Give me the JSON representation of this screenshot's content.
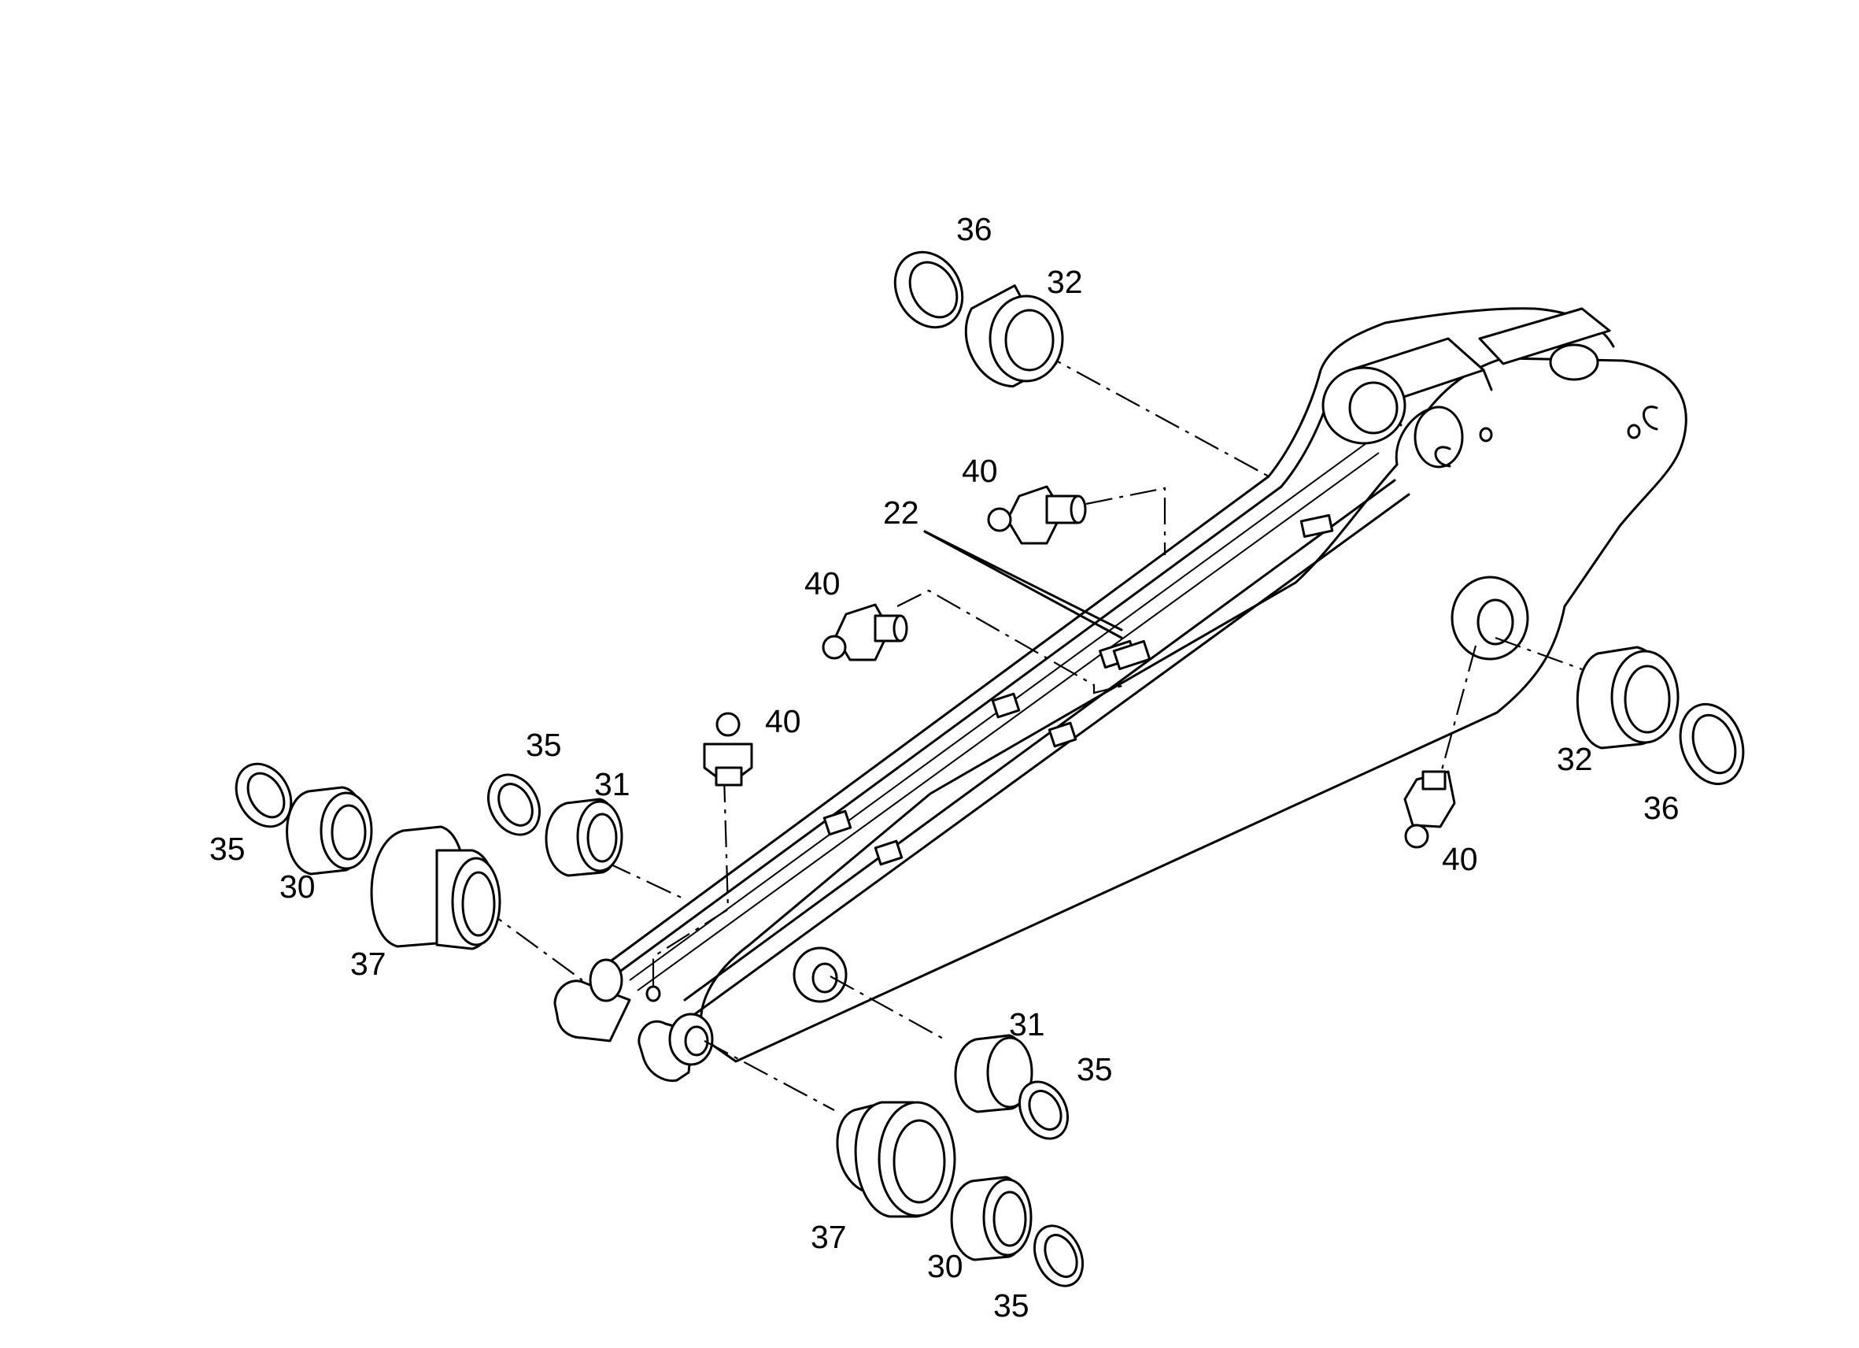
{
  "labels": [
    {
      "id": "l36a",
      "text": "36",
      "part": "seal-36"
    },
    {
      "id": "l32a",
      "text": "32",
      "part": "bushing-32"
    },
    {
      "id": "l40a",
      "text": "40",
      "part": "grease-nipple-40"
    },
    {
      "id": "l22",
      "text": "22",
      "part": "sensor-22"
    },
    {
      "id": "l40b",
      "text": "40",
      "part": "grease-nipple-40"
    },
    {
      "id": "l40c",
      "text": "40",
      "part": "grease-nipple-40"
    },
    {
      "id": "l35a",
      "text": "35",
      "part": "seal-35"
    },
    {
      "id": "l31a",
      "text": "31",
      "part": "bushing-31"
    },
    {
      "id": "l35b",
      "text": "35",
      "part": "seal-35"
    },
    {
      "id": "l30a",
      "text": "30",
      "part": "bushing-30"
    },
    {
      "id": "l37a",
      "text": "37",
      "part": "bushing-37"
    },
    {
      "id": "l32b",
      "text": "32",
      "part": "bushing-32"
    },
    {
      "id": "l36b",
      "text": "36",
      "part": "seal-36"
    },
    {
      "id": "l40d",
      "text": "40",
      "part": "grease-nipple-40"
    },
    {
      "id": "l31b",
      "text": "31",
      "part": "bushing-31"
    },
    {
      "id": "l35c",
      "text": "35",
      "part": "seal-35"
    },
    {
      "id": "l37b",
      "text": "37",
      "part": "bushing-37"
    },
    {
      "id": "l30b",
      "text": "30",
      "part": "bushing-30"
    },
    {
      "id": "l35d",
      "text": "35",
      "part": "seal-35"
    }
  ]
}
